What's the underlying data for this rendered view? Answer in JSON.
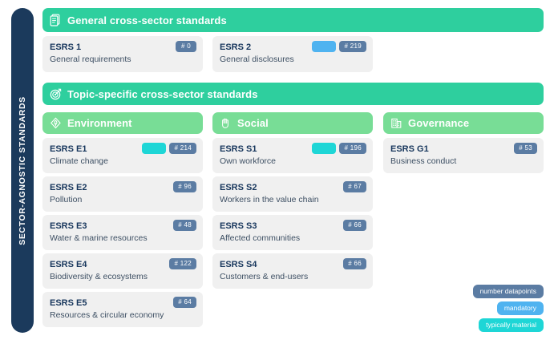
{
  "sidebar": {
    "label": "SECTOR-AGNOSTIC STANDARDS"
  },
  "sections": {
    "general": {
      "title": "General cross-sector standards",
      "icon": "document-pages-icon"
    },
    "topic": {
      "title": "Topic-specific cross-sector standards",
      "icon": "target-bullseye-icon"
    }
  },
  "general_rows": [
    {
      "code": "ESRS 1",
      "desc": "General requirements",
      "count": "# 0",
      "mandatory": false,
      "material": false
    },
    {
      "code": "ESRS 2",
      "desc": "General disclosures",
      "count": "# 219",
      "mandatory": true,
      "material": false
    }
  ],
  "columns": [
    {
      "title": "Environment",
      "icon": "tree-leaf-icon",
      "rows": [
        {
          "code": "ESRS E1",
          "desc": "Climate change",
          "count": "# 214",
          "mandatory": false,
          "material": true
        },
        {
          "code": "ESRS E2",
          "desc": "Pollution",
          "count": "# 96",
          "mandatory": false,
          "material": false
        },
        {
          "code": "ESRS E3",
          "desc": "Water & marine resources",
          "count": "# 48",
          "mandatory": false,
          "material": false
        },
        {
          "code": "ESRS E4",
          "desc": "Biodiversity & ecosystems",
          "count": "# 122",
          "mandatory": false,
          "material": false
        },
        {
          "code": "ESRS E5",
          "desc": "Resources & circular economy",
          "count": "# 64",
          "mandatory": false,
          "material": false
        }
      ]
    },
    {
      "title": "Social",
      "icon": "raised-hand-icon",
      "rows": [
        {
          "code": "ESRS S1",
          "desc": "Own workforce",
          "count": "# 196",
          "mandatory": false,
          "material": true
        },
        {
          "code": "ESRS S2",
          "desc": "Workers in the value chain",
          "count": "# 67",
          "mandatory": false,
          "material": false
        },
        {
          "code": "ESRS S3",
          "desc": "Affected communities",
          "count": "# 66",
          "mandatory": false,
          "material": false
        },
        {
          "code": "ESRS S4",
          "desc": "Customers & end-users",
          "count": "# 66",
          "mandatory": false,
          "material": false
        }
      ]
    },
    {
      "title": "Governance",
      "icon": "office-building-icon",
      "rows": [
        {
          "code": "ESRS G1",
          "desc": "Business conduct",
          "count": "# 53",
          "mandatory": false,
          "material": false
        }
      ]
    }
  ],
  "legend": [
    {
      "label": "number datapoints",
      "color": "#5b7ca3",
      "key": "number"
    },
    {
      "label": "mandatory",
      "color": "#4fb3f0",
      "key": "mandatory"
    },
    {
      "label": "typically material",
      "color": "#1ed6d6",
      "key": "material"
    }
  ],
  "colors": {
    "sidebar": "#1b3a5c",
    "band_dark": "#2ecf9e",
    "band_light": "#78dd96",
    "card": "#f0f0f0",
    "badge": "#5b7ca3",
    "mandatory": "#4fb3f0",
    "material": "#1ed6d6",
    "code_text": "#17365c"
  }
}
